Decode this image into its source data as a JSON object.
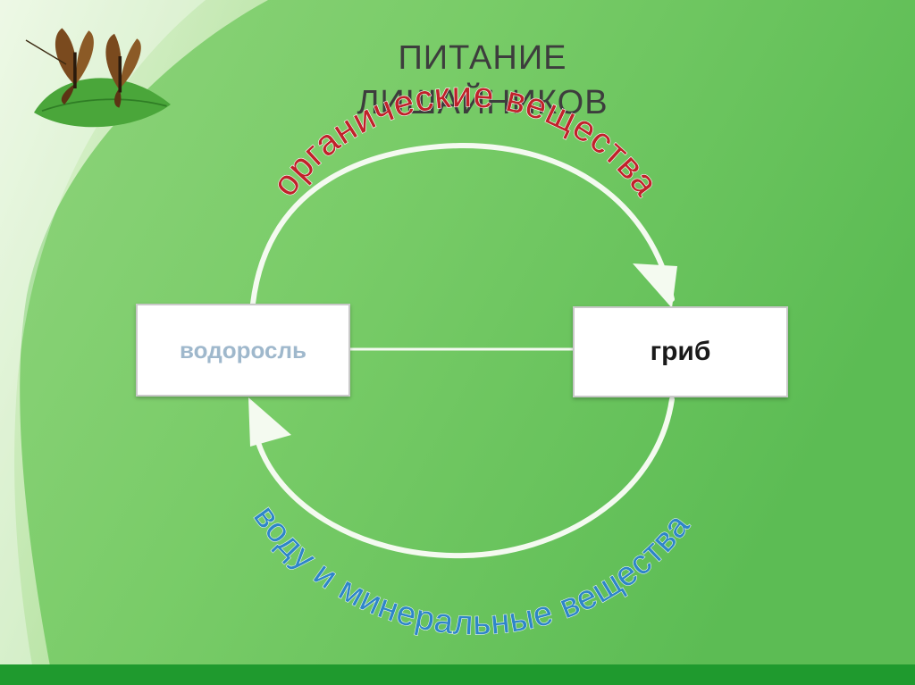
{
  "title": {
    "line1": "ПИТАНИЕ",
    "line2": "ЛИШАЙНИКОВ"
  },
  "nodes": {
    "algae": "водоросль",
    "fungus": "гриб"
  },
  "arcs": {
    "top": "органические вещества",
    "bottom": "воду и минеральные вещества"
  },
  "colors": {
    "background_light": "#c8e6a8",
    "background_green": "#6cc45c",
    "top_arc_text": "#c0222a",
    "bottom_arc_text": "#2e86c8",
    "cycle_line": "#f4faf0",
    "bottom_stripe": "#1f9a2e"
  },
  "icons": {
    "decoration": "butterflies-on-leaf-icon"
  }
}
